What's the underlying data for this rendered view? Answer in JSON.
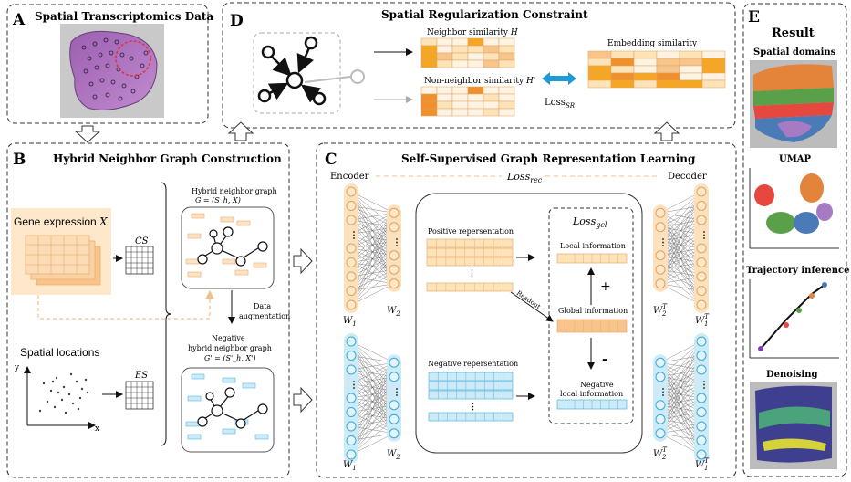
{
  "panelA": {
    "letter": "A",
    "title": "Spatial Transcriptomics Data"
  },
  "panelB": {
    "letter": "B",
    "title": "Hybrid Neighbor  Graph Construction",
    "gene_expression": "Gene expression",
    "gene_var": "X",
    "cs": "CS",
    "es": "ES",
    "spatial_locations": "Spatial locations",
    "axis_y": "y",
    "axis_x": "x",
    "hybrid_graph_title": "Hybrid neighbor graph",
    "hybrid_graph_formula": "G = (S_h, X)",
    "data_aug_1": "Data",
    "data_aug_2": "augmentation",
    "neg_graph_1": "Negative",
    "neg_graph_2": "hybrid neighbor graph",
    "neg_graph_formula": "G' = (S'_h, X')"
  },
  "panelC": {
    "letter": "C",
    "title": "Self-Supervised Graph Representation Learning",
    "encoder": "Encoder",
    "decoder": "Decoder",
    "loss_rec": "Loss",
    "loss_rec_sub": "rec",
    "loss_gcl": "Loss",
    "loss_gcl_sub": "gcl",
    "positive_rep": "Positive repersentation",
    "negative_rep": "Negative repersentation",
    "readout": "Readout",
    "local_info": "Local information",
    "global_info": "Global information",
    "neg_local_1": "Negative",
    "neg_local_2": "local information",
    "plus": "+",
    "minus": "-",
    "w1": "W",
    "w1_sub": "1",
    "w2": "W",
    "w2_sub": "2",
    "w2t": "W",
    "w2t_sub": "2",
    "w1t": "W",
    "w1t_sub": "1",
    "t_sup": "T"
  },
  "panelD": {
    "letter": "D",
    "title": "Spatial Regularization Constraint",
    "neighbor_sim": "Neighbor  similarity",
    "neighbor_var": "H",
    "non_neighbor_sim": "Non-neighbor  similarity",
    "non_neighbor_var": "H'",
    "embedding_sim": "Embedding similarity",
    "loss_sr": "Loss",
    "loss_sr_sub": "SR"
  },
  "panelE": {
    "letter": "E",
    "title": "Result",
    "spatial_domains": "Spatial domains",
    "umap": "UMAP",
    "trajectory": "Trajectory inference",
    "denoising": "Denoising"
  },
  "colors": {
    "orange": "#f5a623",
    "orange_light": "#fde3b8",
    "blue": "#3aa9dd",
    "blue_light": "#cdeaf7",
    "dashed": "#333333",
    "gray_arrow": "#aaaaaa"
  }
}
